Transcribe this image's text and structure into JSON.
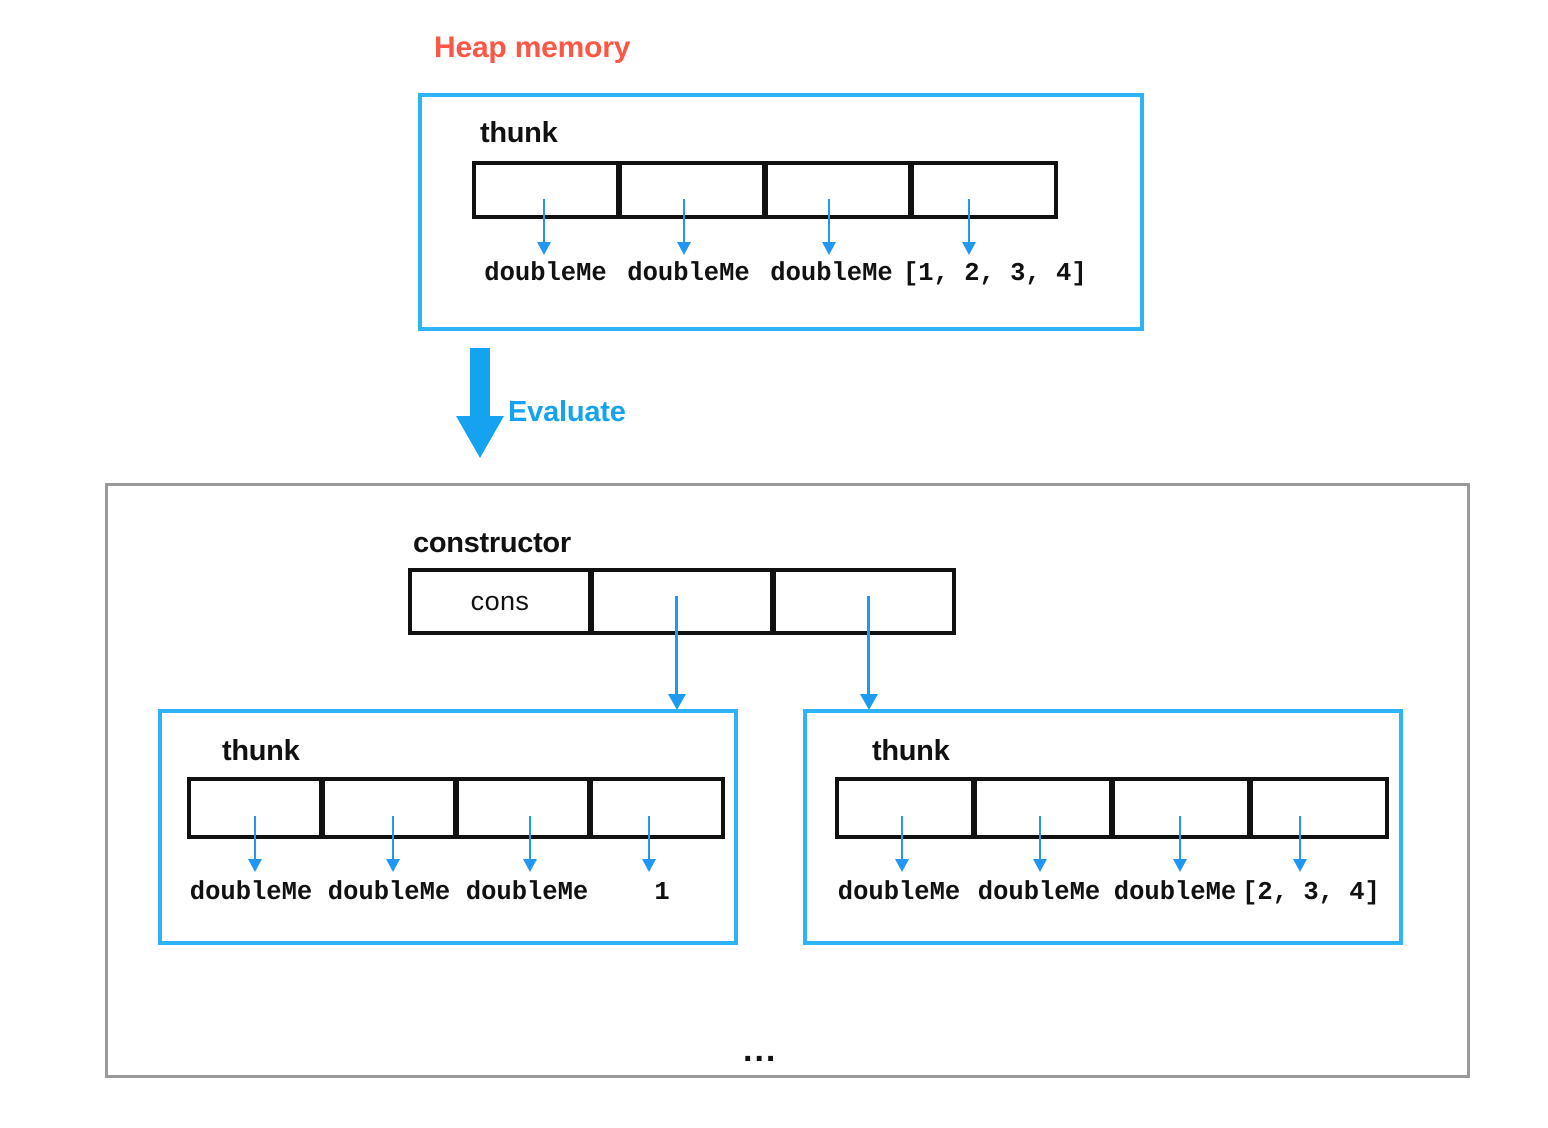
{
  "diagram": {
    "title": "Heap memory",
    "title_color": "#fb5746",
    "accent_color": "#2cb4f7",
    "outline_color": "#9a9a9a",
    "transition": {
      "label": "Evaluate",
      "color": "#15a2f0",
      "arrow_icon": "down-arrow-icon"
    },
    "ellipsis": "...",
    "top_region": {
      "region_label": "thunk",
      "cells": [
        "",
        "",
        "",
        ""
      ],
      "values": [
        "doubleMe",
        "doubleMe",
        "doubleMe",
        "[1, 2, 3, 4]"
      ]
    },
    "bottom_region": {
      "constructor": {
        "label": "constructor",
        "cells": [
          "cons",
          "",
          ""
        ]
      },
      "thunks": [
        {
          "region_label": "thunk",
          "cells": [
            "",
            "",
            "",
            ""
          ],
          "values": [
            "doubleMe",
            "doubleMe",
            "doubleMe",
            "1"
          ]
        },
        {
          "region_label": "thunk",
          "cells": [
            "",
            "",
            "",
            ""
          ],
          "values": [
            "doubleMe",
            "doubleMe",
            "doubleMe",
            "[2, 3, 4]"
          ]
        }
      ]
    }
  }
}
